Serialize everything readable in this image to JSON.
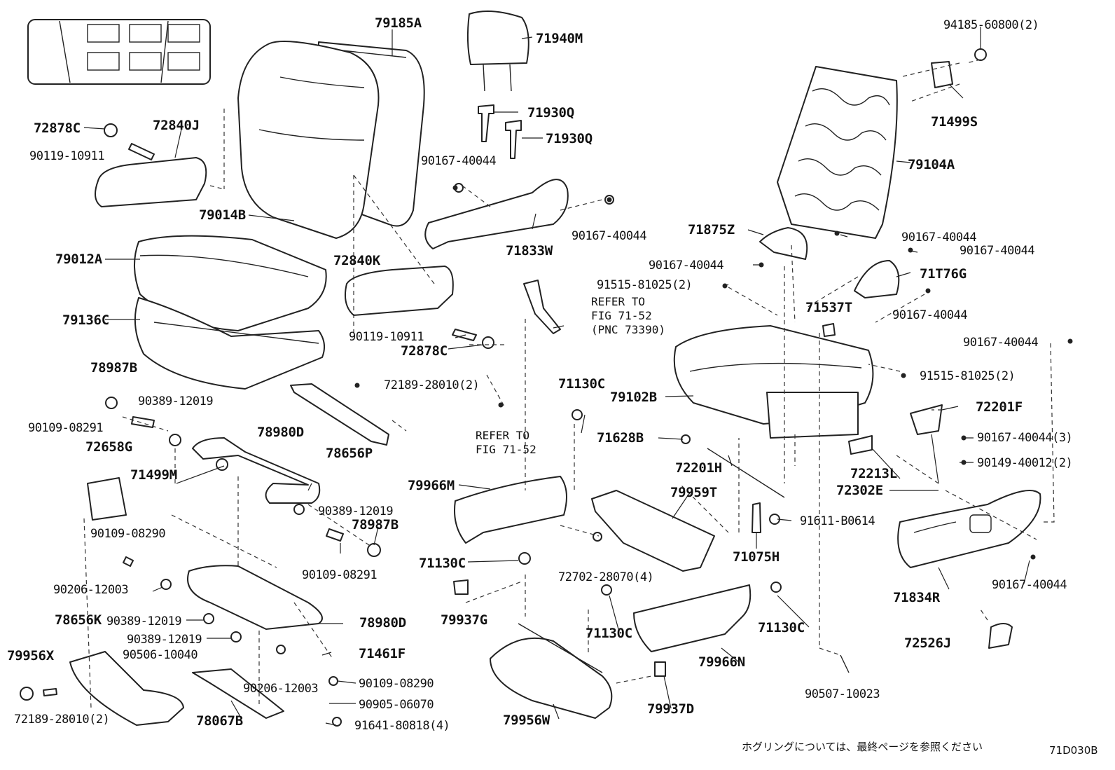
{
  "labels": {
    "l_79185A": "79185A",
    "l_71940M": "71940M",
    "l_94185": "94185-60800(2)",
    "l_72878C_1": "72878C",
    "l_72840J": "72840J",
    "l_71930Q_1": "71930Q",
    "l_71930Q_2": "71930Q",
    "l_71499S": "71499S",
    "l_90119_1": "90119-10911",
    "l_90167_a": "90167-40044",
    "l_79104A": "79104A",
    "l_79014B": "79014B",
    "l_90167_b": "90167-40044",
    "l_71875Z": "71875Z",
    "l_90167_c": "90167-40044",
    "l_90167_d": "90167-40044",
    "l_79012A": "79012A",
    "l_72840K": "72840K",
    "l_71833W": "71833W",
    "l_90167_e": "90167-40044",
    "l_71T76G": "71T76G",
    "l_91515_1": "91515-81025(2)",
    "l_71537T": "71537T",
    "l_90167_f": "90167-40044",
    "l_79136C": "79136C",
    "l_90119_2": "90119-10911",
    "l_72878C_2": "72878C",
    "l_90167_g": "90167-40044",
    "l_78987B_1": "78987B",
    "l_72189_1": "72189-28010(2)",
    "l_71130C_1": "71130C",
    "l_91515_2": "91515-81025(2)",
    "l_79102B": "79102B",
    "l_72201F": "72201F",
    "l_90389_1": "90389-12019",
    "l_90109_1": "90109-08291",
    "l_78980D_1": "78980D",
    "l_72658G": "72658G",
    "l_78656P": "78656P",
    "l_71628B": "71628B",
    "l_90167_h": "90167-40044(3)",
    "l_71499M": "71499M",
    "l_72201H": "72201H",
    "l_72213L": "72213L",
    "l_90149": "90149-40012(2)",
    "l_79966M": "79966M",
    "l_79959T": "79959T",
    "l_72302E": "72302E",
    "l_90389_2": "90389-12019",
    "l_90109_2": "90109-08290",
    "l_78987B_2": "78987B",
    "l_91611": "91611-B0614",
    "l_71075H": "71075H",
    "l_71130C_2": "71130C",
    "l_90109_3": "90109-08291",
    "l_72702": "72702-28070(4)",
    "l_90167_i": "90167-40044",
    "l_71834R": "71834R",
    "l_90206_1": "90206-12003",
    "l_78656K": "78656K",
    "l_90389_3": "90389-12019",
    "l_79937G": "79937G",
    "l_78980D_2": "78980D",
    "l_90389_4": "90389-12019",
    "l_71130C_3": "71130C",
    "l_71130C_4": "71130C",
    "l_72526J": "72526J",
    "l_79956X": "79956X",
    "l_90506": "90506-10040",
    "l_71461F": "71461F",
    "l_79966N": "79966N",
    "l_90206_2": "90206-12003",
    "l_90109_4": "90109-08290",
    "l_90905": "90905-06070",
    "l_72189_2": "72189-28010(2)",
    "l_78067B": "78067B",
    "l_91641": "91641-80818(4)",
    "l_79956W": "79956W",
    "l_79937D": "79937D",
    "l_90507": "90507-10023"
  },
  "refs": {
    "ref1": "REFER TO\nFIG 71-52\n(PNC 73390)",
    "ref2": "REFER TO\nFIG 71-52"
  },
  "footer": {
    "note": "ホグリングについては、最終ページを参照ください",
    "code": "71D030B"
  }
}
